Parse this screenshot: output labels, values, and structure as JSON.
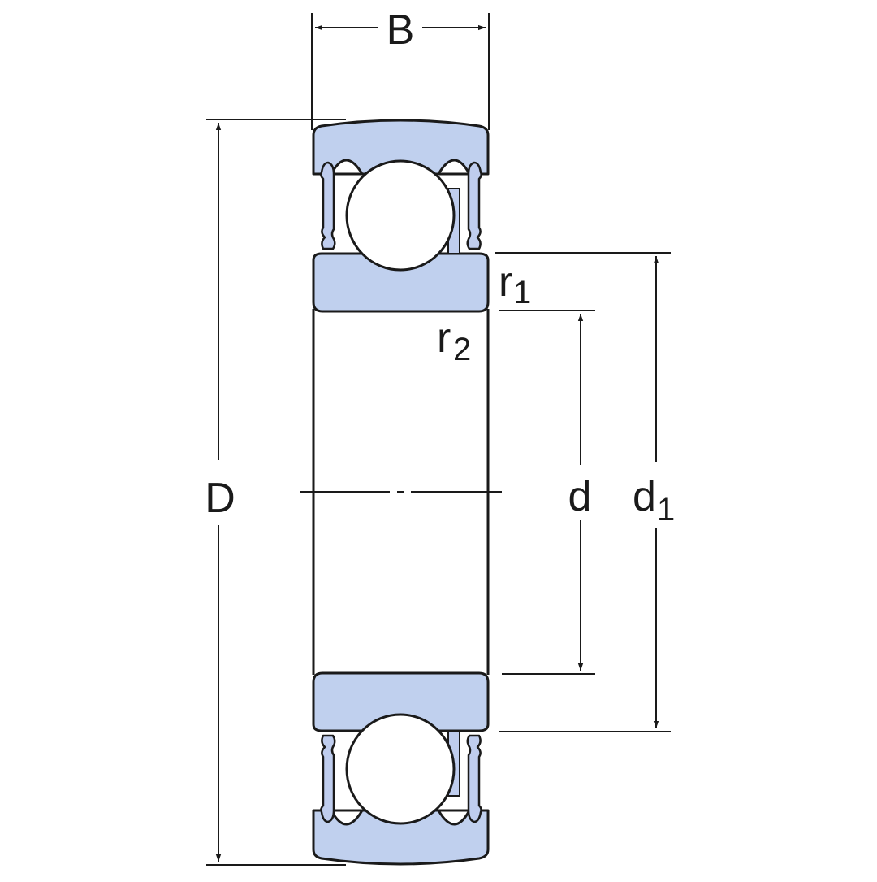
{
  "labels": {
    "width": "B",
    "outer_diameter": "D",
    "bore_diameter": "d",
    "shoulder_diameter_base": "d",
    "shoulder_diameter_sub": "1",
    "chamfer_1_base": "r",
    "chamfer_1_sub": "1",
    "chamfer_2_base": "r",
    "chamfer_2_sub": "2"
  },
  "colors": {
    "ring_fill": "#c0d0ee",
    "seal_fill": "#bfcdee",
    "line": "#1a1a1a",
    "background": "#ffffff"
  }
}
